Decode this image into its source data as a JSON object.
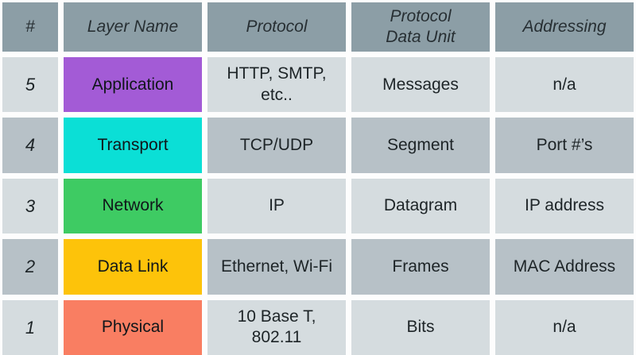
{
  "colors": {
    "header_bg": "#8c9ea6",
    "row_light_bg": "#d5dcdf",
    "row_dark_bg": "#b7c1c7",
    "gap": "#fdfdfd",
    "text": "#1d2427",
    "layer_application": "#a35bd6",
    "layer_transport": "#0bdfd6",
    "layer_network": "#3ecb63",
    "layer_data_link": "#fdc30a",
    "layer_physical": "#f97e62"
  },
  "table": {
    "header": {
      "number": "#",
      "layer_name": "Layer Name",
      "protocol": "Protocol",
      "protocol_data_unit": "Protocol\nData Unit",
      "addressing": "Addressing"
    },
    "rows": [
      {
        "number": "5",
        "layer_name": "Application",
        "layer_color": "#a35bd6",
        "protocol": "HTTP, SMTP,\netc..",
        "protocol_data_unit": "Messages",
        "addressing": "n/a"
      },
      {
        "number": "4",
        "layer_name": "Transport",
        "layer_color": "#0bdfd6",
        "protocol": "TCP/UDP",
        "protocol_data_unit": "Segment",
        "addressing": "Port #’s"
      },
      {
        "number": "3",
        "layer_name": "Network",
        "layer_color": "#3ecb63",
        "protocol": "IP",
        "protocol_data_unit": "Datagram",
        "addressing": "IP address"
      },
      {
        "number": "2",
        "layer_name": "Data Link",
        "layer_color": "#fdc30a",
        "protocol": "Ethernet, Wi-Fi",
        "protocol_data_unit": "Frames",
        "addressing": "MAC Address"
      },
      {
        "number": "1",
        "layer_name": "Physical",
        "layer_color": "#f97e62",
        "protocol": "10 Base T,\n802.11",
        "protocol_data_unit": "Bits",
        "addressing": "n/a"
      }
    ]
  },
  "chart_data": {
    "type": "table",
    "columns": [
      "#",
      "Layer Name",
      "Protocol",
      "Protocol Data Unit",
      "Addressing"
    ],
    "rows": [
      [
        "5",
        "Application",
        "HTTP, SMTP, etc..",
        "Messages",
        "n/a"
      ],
      [
        "4",
        "Transport",
        "TCP/UDP",
        "Segment",
        "Port #’s"
      ],
      [
        "3",
        "Network",
        "IP",
        "Datagram",
        "IP address"
      ],
      [
        "2",
        "Data Link",
        "Ethernet, Wi-Fi",
        "Frames",
        "MAC Address"
      ],
      [
        "1",
        "Physical",
        "10 Base T, 802.11",
        "Bits",
        "n/a"
      ]
    ]
  }
}
